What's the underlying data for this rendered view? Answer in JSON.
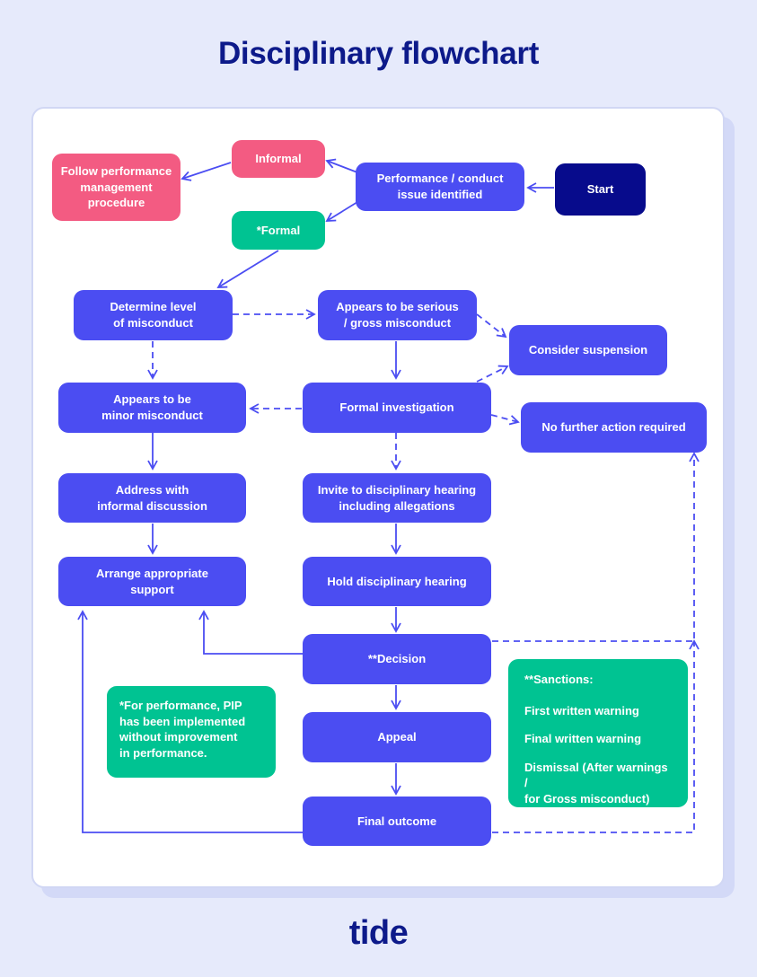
{
  "title": "Disciplinary flowchart",
  "logo": "tide",
  "colors": {
    "background": "#e6eafb",
    "title": "#0d1a8a",
    "node": "#4b4df2",
    "start": "#070b8c",
    "informal": "#f35b82",
    "formal": "#00c392",
    "arrow": "#4b4df2"
  },
  "nodes": {
    "start": "Start",
    "issue": "Performance / conduct\nissue identified",
    "informal": "Informal",
    "formal": "*Formal",
    "follow_procedure": "Follow performance\nmanagement\nprocedure",
    "determine_level": "Determine level\nof misconduct",
    "serious": "Appears to be serious\n/ gross misconduct",
    "suspension": "Consider suspension",
    "minor": "Appears to be\nminor misconduct",
    "investigation": "Formal investigation",
    "no_action": "No further action required",
    "informal_discussion": "Address with\ninformal discussion",
    "invite": "Invite to disciplinary hearing\nincluding allegations",
    "support": "Arrange appropriate\nsupport",
    "hearing": "Hold disciplinary hearing",
    "decision": "**Decision",
    "appeal": "Appeal",
    "final_outcome": "Final outcome"
  },
  "notes": {
    "formal_note": "*For performance, PIP\nhas been implemented\nwithout improvement\nin performance.",
    "sanctions_title": "**Sanctions:",
    "sanctions": [
      "First written warning",
      "Final written warning",
      "Dismissal (After warnings /\nfor Gross misconduct)"
    ]
  }
}
